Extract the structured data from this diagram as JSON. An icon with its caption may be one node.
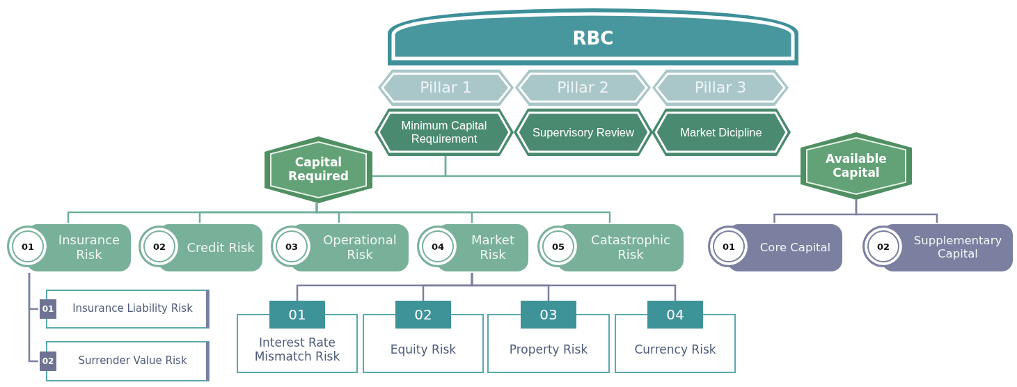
{
  "diagram": {
    "nodes": [
      {
        "text": [
          "RBC"
        ]
      },
      {
        "text": [
          "Pillar 1"
        ]
      },
      {
        "text": [
          "Pillar 2"
        ]
      },
      {
        "text": [
          "Pillar 3"
        ]
      },
      {
        "text": [
          "Minimum Capital Requirement"
        ]
      },
      {
        "text": [
          "Supervisory Review"
        ]
      },
      {
        "text": [
          "Market Dicipline"
        ]
      },
      {
        "text": [
          "Capital Required"
        ]
      },
      {
        "text": [
          "Available Capital"
        ]
      },
      {
        "text": [
          "01",
          "Insurance Risk"
        ]
      },
      {
        "text": [
          "02",
          "Credit Risk"
        ]
      },
      {
        "text": [
          "03",
          "Operational Risk"
        ]
      },
      {
        "text": [
          "04",
          "Market Risk"
        ]
      },
      {
        "text": [
          "05",
          "Catastrophic Risk"
        ]
      },
      {
        "text": [
          "01",
          "Core Capital"
        ]
      },
      {
        "text": [
          "02",
          "Supplementary Capital"
        ]
      },
      {
        "text": [
          "01",
          "Insurance Liability Risk"
        ]
      },
      {
        "text": [
          "02",
          "Surrender Value Risk"
        ]
      },
      {
        "text": [
          "01",
          "Interest Rate Mismatch Risk"
        ]
      },
      {
        "text": [
          "02",
          "Equity Risk"
        ]
      },
      {
        "text": [
          "03",
          "Property Risk"
        ]
      },
      {
        "text": [
          "04",
          "Currency Risk"
        ]
      }
    ],
    "edges": [
      {
        "from": 4,
        "to": 7,
        "arrow": "none"
      },
      {
        "from": 4,
        "to": 8,
        "arrow": "none"
      },
      {
        "from": 7,
        "to": 9,
        "arrow": "none"
      },
      {
        "from": 7,
        "to": 10,
        "arrow": "none"
      },
      {
        "from": 7,
        "to": 11,
        "arrow": "none"
      },
      {
        "from": 7,
        "to": 12,
        "arrow": "none"
      },
      {
        "from": 7,
        "to": 13,
        "arrow": "none"
      },
      {
        "from": 8,
        "to": 14,
        "arrow": "none",
        "color": "#7b7fa0"
      },
      {
        "from": 8,
        "to": 15,
        "arrow": "none",
        "color": "#7b7fa0"
      },
      {
        "from": 9,
        "to": 16,
        "arrow": "none",
        "color": "#7b7fa0"
      },
      {
        "from": 9,
        "to": 17,
        "arrow": "none",
        "color": "#7b7fa0"
      },
      {
        "from": 12,
        "to": 18,
        "arrow": "none",
        "color": "#7b7fa0"
      },
      {
        "from": 12,
        "to": 19,
        "arrow": "none",
        "color": "#7b7fa0"
      },
      {
        "from": 12,
        "to": 20,
        "arrow": "none",
        "color": "#7b7fa0"
      },
      {
        "from": 12,
        "to": 21,
        "arrow": "none",
        "color": "#7b7fa0"
      }
    ]
  }
}
